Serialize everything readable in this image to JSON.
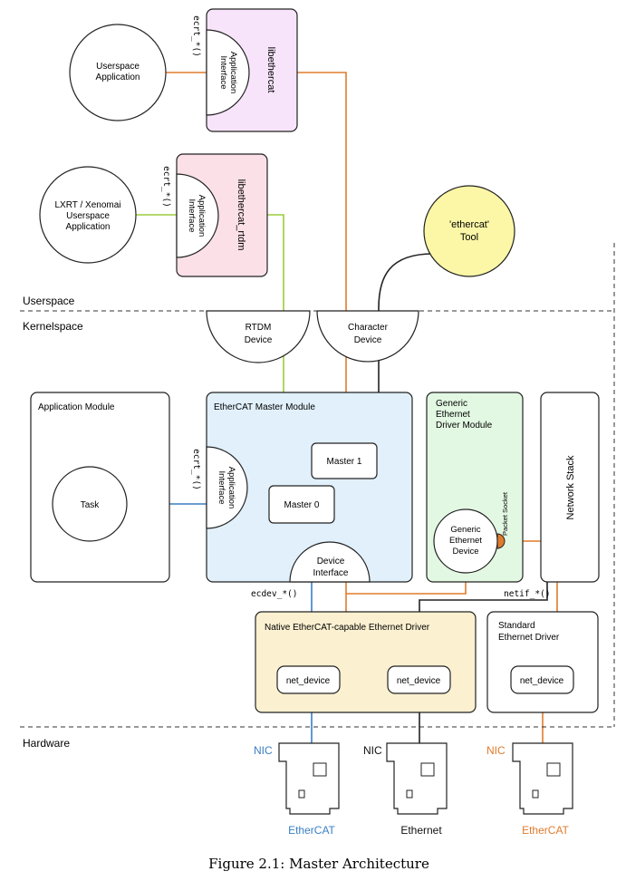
{
  "layers": {
    "userspace": "Userspace",
    "kernelspace": "Kernelspace",
    "hardware": "Hardware"
  },
  "userspace": {
    "app": [
      "Userspace",
      "Application"
    ],
    "lxrt": [
      "LXRT / Xenomai",
      "Userspace",
      "Application"
    ],
    "libethercat": "libethercat",
    "libethercat_rtdm": "libethercat_rtdm",
    "app_iface": [
      "Application",
      "Interface"
    ],
    "app_iface_rtdm": [
      "Application",
      "Interface"
    ],
    "ecrt_top": "ecrt_*()",
    "ecrt_rtdm": "ecrt_*()",
    "tool": [
      "'ethercat'",
      "Tool"
    ]
  },
  "kernel": {
    "rtdm": [
      "RTDM",
      "Device"
    ],
    "chardev": [
      "Character",
      "Device"
    ],
    "app_module": "Application Module",
    "task": "Task",
    "master_module": "EtherCAT Master Module",
    "master_iface": [
      "Application",
      "Interface"
    ],
    "ecrt_mod": "ecrt_*()",
    "master1": "Master 1",
    "master0": "Master 0",
    "device_iface": [
      "Device",
      "Interface"
    ],
    "generic_module": [
      "Generic",
      "Ethernet",
      "Driver Module"
    ],
    "generic_device": [
      "Generic",
      "Ethernet",
      "Device"
    ],
    "packet_socket": "Packet Socket",
    "network_stack": "Network Stack",
    "ecdev": "ecdev_*()",
    "netif": "netif_*()",
    "native_driver": "Native EtherCAT-capable Ethernet Driver",
    "std_driver": [
      "Standard",
      "Ethernet Driver"
    ],
    "net_device_1": "net_device",
    "net_device_2": "net_device",
    "net_device_3": "net_device"
  },
  "hardware": {
    "nics": [
      {
        "label": "NIC",
        "bus": "EtherCAT",
        "color": "#3a7fc4"
      },
      {
        "label": "NIC",
        "bus": "Ethernet",
        "color": "#111111"
      },
      {
        "label": "NIC",
        "bus": "EtherCAT",
        "color": "#e07b2c"
      }
    ]
  },
  "caption": "Figure 2.1: Master Architecture",
  "colors": {
    "orange": "#e07b2c",
    "blue": "#3a7fc4",
    "green": "#9ccc3c",
    "libethercat_fill": "#f7e4fa",
    "rtdm_fill": "#fbe0e8",
    "tool_fill": "#fbf7a6",
    "master_fill": "#e1f0fb",
    "generic_fill": "#e3f8e3",
    "native_fill": "#fbf0d0"
  }
}
